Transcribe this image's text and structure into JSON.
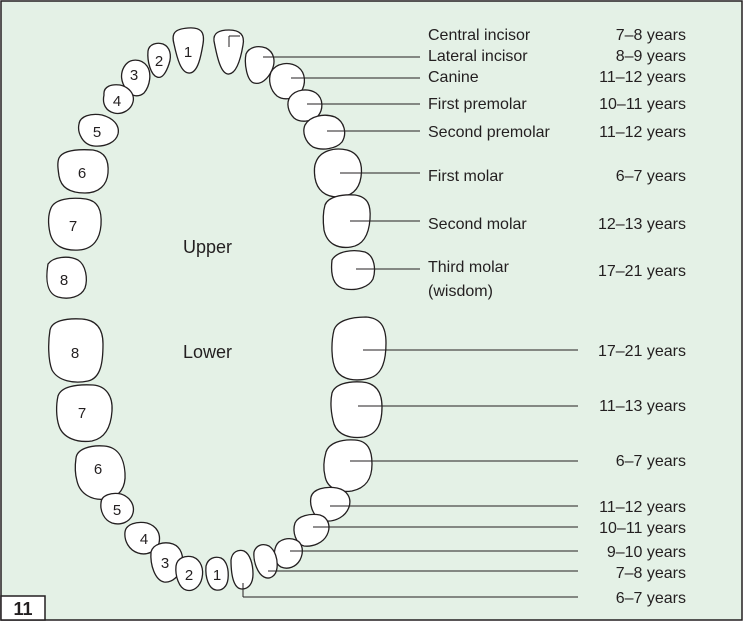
{
  "figure_number": "11",
  "colors": {
    "background": "#e4f1e6",
    "border": "#231f20",
    "tooth_fill": "#ffffff"
  },
  "jaw_labels": {
    "upper": "Upper",
    "lower": "Lower"
  },
  "upper_left_numbers": [
    "1",
    "2",
    "3",
    "4",
    "5",
    "6",
    "7",
    "8"
  ],
  "lower_left_numbers": [
    "8",
    "7",
    "6",
    "5",
    "4",
    "3",
    "2",
    "1"
  ],
  "upper_teeth": [
    {
      "name": "Central incisor",
      "age": "7–8 years"
    },
    {
      "name": "Lateral incisor",
      "age": "8–9 years"
    },
    {
      "name": "Canine",
      "age": "11–12 years"
    },
    {
      "name": "First premolar",
      "age": "10–11 years"
    },
    {
      "name": "Second premolar",
      "age": "11–12 years"
    },
    {
      "name": "First molar",
      "age": "6–7 years"
    },
    {
      "name": "Second molar",
      "age": "12–13 years"
    },
    {
      "name": "Third molar",
      "name_line2": "(wisdom)",
      "age": "17–21 years"
    }
  ],
  "lower_ages": [
    "17–21 years",
    "11–13 years",
    "6–7 years",
    "11–12 years",
    "10–11 years",
    "9–10 years",
    "7–8 years",
    "6–7 years"
  ]
}
